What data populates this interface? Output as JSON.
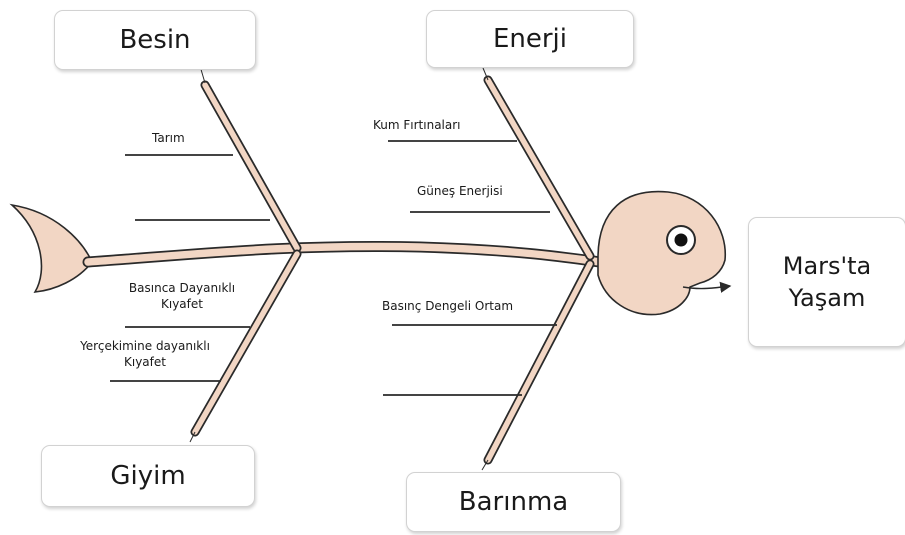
{
  "diagram": {
    "type": "fishbone",
    "effect": "Mars'ta Yaşam",
    "categories": {
      "besin": "Besin",
      "enerji": "Enerji",
      "giyim": "Giyim",
      "barinma": "Barınma"
    },
    "causes": {
      "tarim": "Tarım",
      "kum_firtinalari": "Kum Fırtınaları",
      "gunes_enerjisi": "Güneş Enerjisi",
      "basinca_line1": "Basınca Dayanıklı",
      "basinca_line2": "Kıyafet",
      "yercekimi_line1": "Yerçekimine dayanıklı",
      "yercekimi_line2": "Kıyafet",
      "basinc_dengeli": "Basınç Dengeli Ortam"
    },
    "colors": {
      "fish_fill": "#f2d6c4",
      "outline": "#2a2a2a"
    }
  }
}
